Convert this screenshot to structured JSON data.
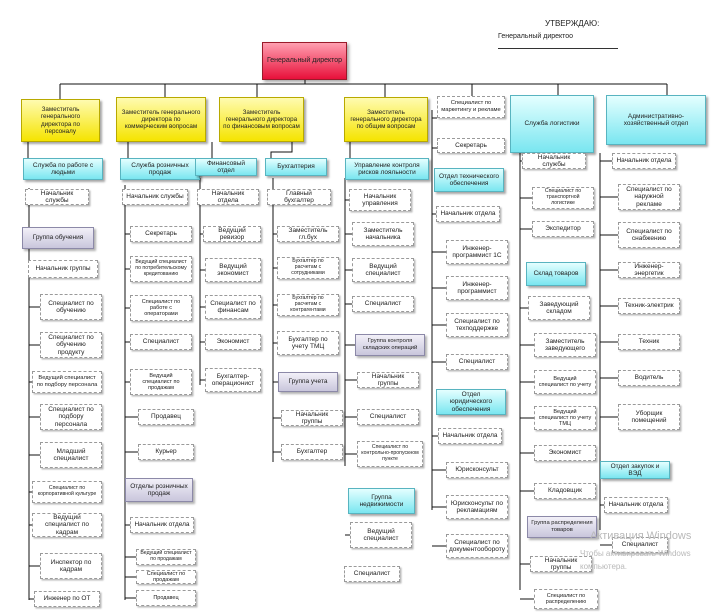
{
  "approval": {
    "title": "УТВЕРЖДАЮ:",
    "subtitle": "Генеральный директоо"
  },
  "top": "Генеральный директор",
  "deputies": [
    "Заместитель генерального директора по персоналу",
    "Заместитель генерального директора по коммерческим вопросам",
    "Заместитель генерального директора по финансовым вопросам",
    "Заместитель генерального директора по общим вопросам"
  ],
  "departments": {
    "hr_service": "Служба по работе с людьми",
    "retail_service": "Служба розничных продаж",
    "finance_dept": "Финансовый отдел",
    "accounting": "Бухгалтерия",
    "risk_control": "Управление контроля рисков лояльности",
    "marketing_specialist": "Специалист по маркетингу и рекламе",
    "secretary": "Секретарь",
    "tech_support_dept": "Отдел технического обеспечения",
    "logistics": "Служба логистики",
    "admin_dept": "Административно-хозяйственный отдел",
    "warehouse": "Склад товаров",
    "legal_dept": "Отдел юридического обеспечения",
    "realty_group": "Группа недвижимости",
    "purchasing_dept": "Отдел закупок и ВЭД",
    "distribution_group": "Группа распределения товаров"
  },
  "hr_list": [
    "Начальник службы",
    "Группа обучения",
    "Начальник группы",
    "Специалист по обучению",
    "Специалист по обучению продукту",
    "Ведущий специалист по подбору персонала",
    "Специалист по подбору персонала",
    "Младший специалист",
    "Специалист по корпоративной культуре",
    "Ведущий специалист по кадрам",
    "Инспектор по кадрам",
    "Инженер по ОТ"
  ],
  "retail_list": [
    "Начальник службы",
    "Секретарь",
    "Ведущий специалист по потребительскому кредитованию",
    "Специалист по работе с операторами",
    "Специалист",
    "Ведущий специалист по продажам",
    "Продавец",
    "Курьер",
    "Отделы розничных продаж",
    "Начальник отдела",
    "Ведущий специалист по продажам",
    "Специалист по продажам",
    "Продавец"
  ],
  "finance_list": [
    "Начальник отдела",
    "Ведущий ревизор",
    "Ведущий экономист",
    "Специалист по финансам",
    "Экономист",
    "Бухгалтер-операционист"
  ],
  "accounting_list": [
    "Главный бухгалтер",
    "Заместитель гл.бух",
    "Бухгалтер по расчетам с сотрудниками",
    "Бухгалтер по расчетам с контрагентами",
    "Бухгалтер по учету ТМЦ",
    "Группа учета",
    "Начальник группы",
    "Бухгалтер"
  ],
  "risk_list": [
    "Начальник управления",
    "Заместитель начальника",
    "Ведущий специалист",
    "Специалист",
    "Группа контроля складских операций",
    "Начальник группы",
    "Специалист",
    "Специалист по контрольно-пропускном пункте"
  ],
  "realty_list": [
    "Ведущий специалист",
    "Специалист"
  ],
  "tech_list": [
    "Начальник отдела",
    "Инженер-программист 1С",
    "Инженер-программист",
    "Специалист по техподдержке",
    "Специалист"
  ],
  "legal_list": [
    "Начальник отдела",
    "Юрисконсульт",
    "Юрисконсульт по рекламациям",
    "Специалист по документообороту"
  ],
  "logistics_list": [
    "Начальник службы",
    "Специалист по транспортной логистике",
    "Экспедитор"
  ],
  "warehouse_list": [
    "Заведующий складом",
    "Заместитель заведующего",
    "Ведущий специалист по учету",
    "Ведущий специалист по учету ТМЦ",
    "Экономист",
    "Кладовщик"
  ],
  "distribution_list": [
    "Начальник группы",
    "Специалист по распределению"
  ],
  "admin_list": [
    "Начальник отдела",
    "Специалист по наружной рекламе",
    "Специалист по снабжению",
    "Инженер-энергетик",
    "Техник-электрик",
    "Техник",
    "Водитель",
    "Уборщик помещений"
  ],
  "purchasing_list": [
    "Начальник отдела",
    "Специалист"
  ],
  "watermark": {
    "line1": "Активация Windows",
    "line2": "Чтобы активировать Windows",
    "line3": "компьютера."
  }
}
